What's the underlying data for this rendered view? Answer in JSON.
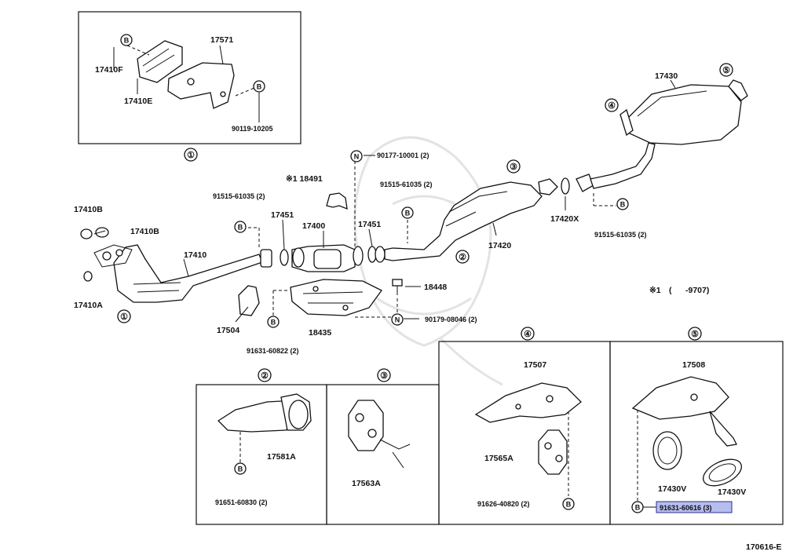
{
  "diagram_id": "170616-E",
  "note": {
    "mark": "※1",
    "range": "(      -9707)"
  },
  "callouts": {
    "c1": "①",
    "c2": "②",
    "c3": "③",
    "c4": "④",
    "c5": "⑤"
  },
  "symbols": {
    "B": "B",
    "N": "N"
  },
  "parts": {
    "p17410F": "17410F",
    "p17410E": "17410E",
    "p17571": "17571",
    "p90119": "90119-10205",
    "p90177": "90177-10001 (2)",
    "p18491": "※1 18491",
    "p91515a": "91515-61035 (2)",
    "p91515b": "91515-61035 (2)",
    "p91515c": "91515-61035 (2)",
    "p17410B_1": "17410B",
    "p17410B_2": "17410B",
    "p17410": "17410",
    "p17410A": "17410A",
    "p17451a": "17451",
    "p17451b": "17451",
    "p17400": "17400",
    "p17420": "17420",
    "p17420X": "17420X",
    "p17430": "17430",
    "p18448": "18448",
    "p17504": "17504",
    "p18435": "18435",
    "p91631a": "91631-60822 (2)",
    "p90179": "90179-08046 (2)",
    "p17581A": "17581A",
    "p91651": "91651-60830 (2)",
    "p17563A": "17563A",
    "p17507": "17507",
    "p17565A": "17565A",
    "p91626": "91626-40820 (2)",
    "p17508": "17508",
    "p17430V_1": "17430V",
    "p17430V_2": "17430V",
    "p91631b": "91631-60616 (3)"
  },
  "colors": {
    "highlight": "#b6bdf0",
    "highlight_border": "#2d2f8a",
    "line": "#111111"
  }
}
